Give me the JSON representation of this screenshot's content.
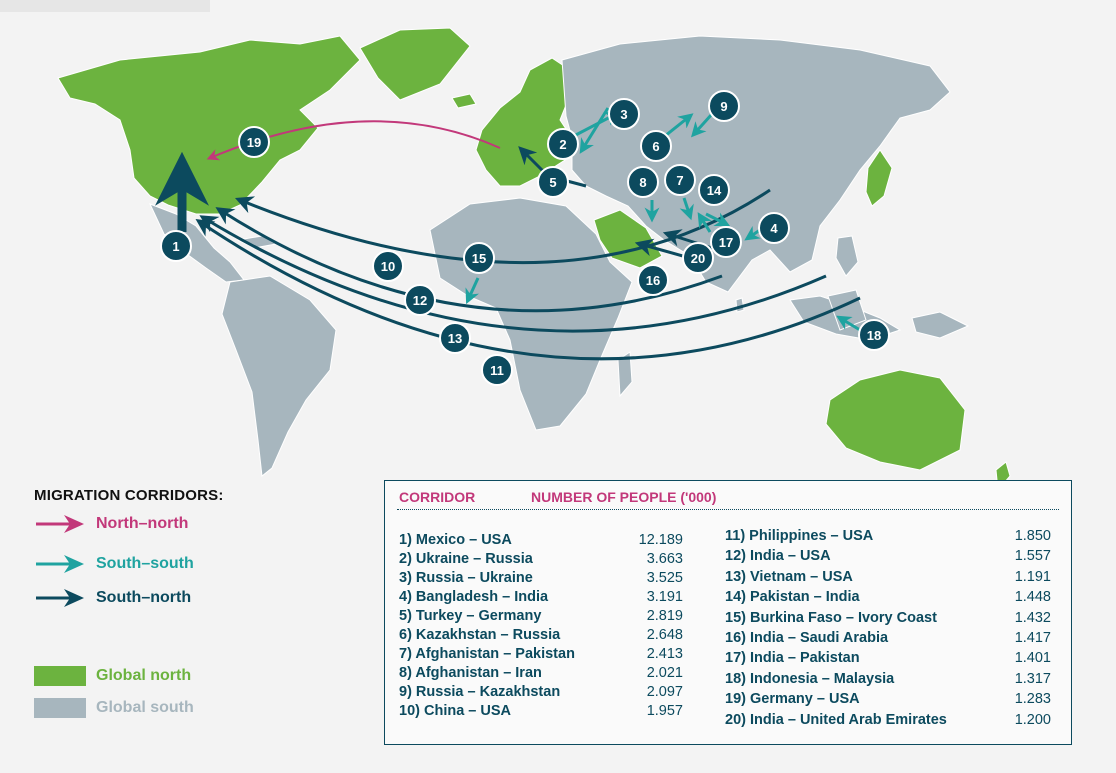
{
  "legend": {
    "title": "MIGRATION CORRIDORS:",
    "items": [
      {
        "label": "North–north",
        "color": "#c2387a"
      },
      {
        "label": "South–south",
        "color": "#1fa3a0"
      },
      {
        "label": "South–north",
        "color": "#0c4a5e"
      }
    ],
    "regions": [
      {
        "label": "Global north",
        "color": "#6cb33f"
      },
      {
        "label": "Global south",
        "color": "#a7b6be"
      }
    ]
  },
  "panel": {
    "header_corridor": "CORRIDOR",
    "header_people": "NUMBER OF PEOPLE ('000)"
  },
  "corridors": [
    {
      "label": "1) Mexico – USA",
      "value": "12.189",
      "marker": "1",
      "type": "south-north"
    },
    {
      "label": "2) Ukraine – Russia",
      "value": "3.663",
      "marker": "2",
      "type": "south-south"
    },
    {
      "label": "3) Russia – Ukraine",
      "value": "3.525",
      "marker": "3",
      "type": "south-south"
    },
    {
      "label": "4) Bangladesh – India",
      "value": "3.191",
      "marker": "4",
      "type": "south-south"
    },
    {
      "label": "5) Turkey – Germany",
      "value": "2.819",
      "marker": "5",
      "type": "south-north"
    },
    {
      "label": "6) Kazakhstan – Russia",
      "value": "2.648",
      "marker": "6",
      "type": "south-south"
    },
    {
      "label": "7) Afghanistan – Pakistan",
      "value": "2.413",
      "marker": "7",
      "type": "south-south"
    },
    {
      "label": "8) Afghanistan – Iran",
      "value": "2.021",
      "marker": "8",
      "type": "south-south"
    },
    {
      "label": "9) Russia – Kazakhstan",
      "value": "2.097",
      "marker": "9",
      "type": "south-south"
    },
    {
      "label": "10) China – USA",
      "value": "1.957",
      "marker": "10",
      "type": "south-north"
    },
    {
      "label": "11) Philippines – USA",
      "value": "1.850",
      "marker": "11",
      "type": "south-north"
    },
    {
      "label": "12) India – USA",
      "value": "1.557",
      "marker": "12",
      "type": "south-north"
    },
    {
      "label": "13) Vietnam – USA",
      "value": "1.191",
      "marker": "13",
      "type": "south-north"
    },
    {
      "label": "14) Pakistan – India",
      "value": "1.448",
      "marker": "14",
      "type": "south-south"
    },
    {
      "label": "15) Burkina Faso – Ivory Coast",
      "value": "1.432",
      "marker": "15",
      "type": "south-south"
    },
    {
      "label": "16) India – Saudi Arabia",
      "value": "1.417",
      "marker": "16",
      "type": "south-north"
    },
    {
      "label": "17) India – Pakistan",
      "value": "1.401",
      "marker": "17",
      "type": "south-south"
    },
    {
      "label": "18) Indonesia – Malaysia",
      "value": "1.317",
      "marker": "18",
      "type": "south-south"
    },
    {
      "label": "19) Germany – USA",
      "value": "1.283",
      "marker": "19",
      "type": "north-north"
    },
    {
      "label": "20) India – United Arab Emirates",
      "value": "1.200",
      "marker": "20",
      "type": "south-north"
    }
  ]
}
